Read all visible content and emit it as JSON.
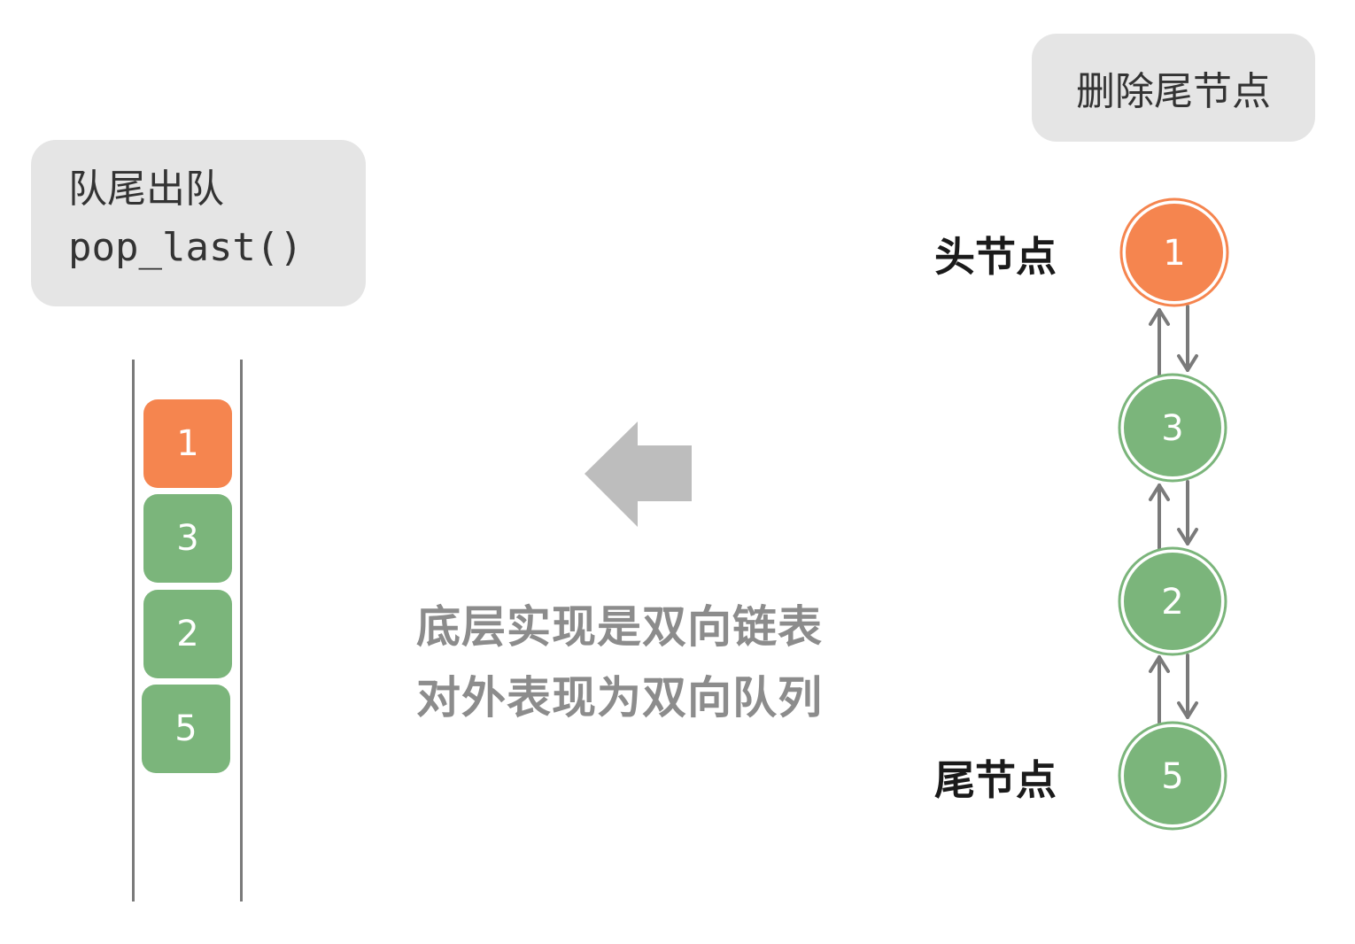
{
  "queue_operation": {
    "title": "队尾出队",
    "code": "pop_last()"
  },
  "list_operation": {
    "label": "删除尾节点"
  },
  "queue_cells": [
    {
      "value": "1",
      "status": "removed"
    },
    {
      "value": "3",
      "status": "normal"
    },
    {
      "value": "2",
      "status": "normal"
    },
    {
      "value": "5",
      "status": "normal"
    }
  ],
  "caption": {
    "line1": "底层实现是双向链表",
    "line2": "对外表现为双向队列"
  },
  "linked_list": {
    "head_label": "头节点",
    "tail_label": "尾节点",
    "nodes": [
      "1",
      "3",
      "2",
      "5"
    ]
  },
  "colors": {
    "removed": "#f5854f",
    "normal": "#7bb57b",
    "label_box": "#e5e5e5",
    "arrow": "#bdbdbd",
    "link": "#7a7a7a"
  }
}
